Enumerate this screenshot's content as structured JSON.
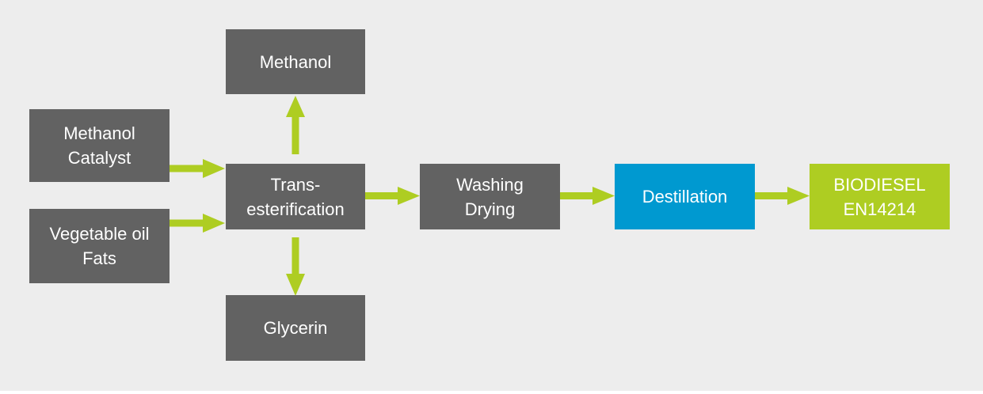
{
  "diagram": {
    "nodes": {
      "methanol_output": {
        "lines": [
          "Methanol"
        ]
      },
      "methanol_catalyst": {
        "lines": [
          "Methanol",
          "Catalyst"
        ]
      },
      "vegetable_oil": {
        "lines": [
          "Vegetable oil",
          "Fats"
        ]
      },
      "transesterification": {
        "lines": [
          "Trans-",
          "esterification"
        ]
      },
      "glycerin": {
        "lines": [
          "Glycerin"
        ]
      },
      "washing_drying": {
        "lines": [
          "Washing",
          "Drying"
        ]
      },
      "destillation": {
        "lines": [
          "Destillation"
        ]
      },
      "biodiesel": {
        "lines": [
          "BIODIESEL",
          "EN14214"
        ]
      }
    },
    "edges": [
      {
        "from": "methanol_catalyst",
        "to": "transesterification"
      },
      {
        "from": "vegetable_oil",
        "to": "transesterification"
      },
      {
        "from": "transesterification",
        "to": "methanol_output"
      },
      {
        "from": "transesterification",
        "to": "glycerin"
      },
      {
        "from": "transesterification",
        "to": "washing_drying"
      },
      {
        "from": "washing_drying",
        "to": "destillation"
      },
      {
        "from": "destillation",
        "to": "biodiesel"
      }
    ],
    "colors": {
      "background": "#ededed",
      "process_box": "#626262",
      "destillation_box": "#0099d0",
      "product_box": "#aecd22",
      "arrow": "#aecd22",
      "text": "#ffffff"
    }
  }
}
